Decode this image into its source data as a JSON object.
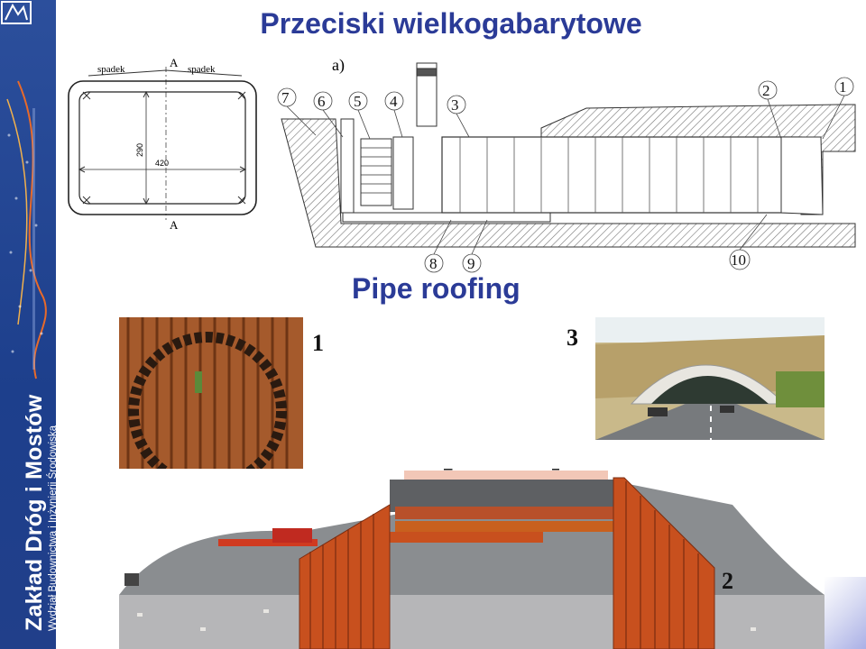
{
  "title": "Przeciski wielkogabarytowe",
  "subtitle": "Pipe roofing",
  "sidebar": {
    "line1": "Zakład Dróg i Mostów",
    "line2": "Wydział Budownictwa i Inżynierii Środowiska",
    "logo_icon": "university-logo-icon"
  },
  "section_drawing": {
    "top_marker": "A",
    "bottom_marker": "A",
    "slope_left": "spadek",
    "slope_right": "spadek",
    "height_dim": "290",
    "width_dim": "420"
  },
  "main_diagram": {
    "label": "a)",
    "callouts": [
      "1",
      "2",
      "3",
      "4",
      "5",
      "6",
      "7",
      "8",
      "9",
      "10"
    ]
  },
  "photo_labels": {
    "p1": "1",
    "p2": "2",
    "p3": "3"
  },
  "colors": {
    "title": "#2b3b97",
    "sidebar": "#1f3f8d",
    "pipe_orange": "#c8501e"
  }
}
